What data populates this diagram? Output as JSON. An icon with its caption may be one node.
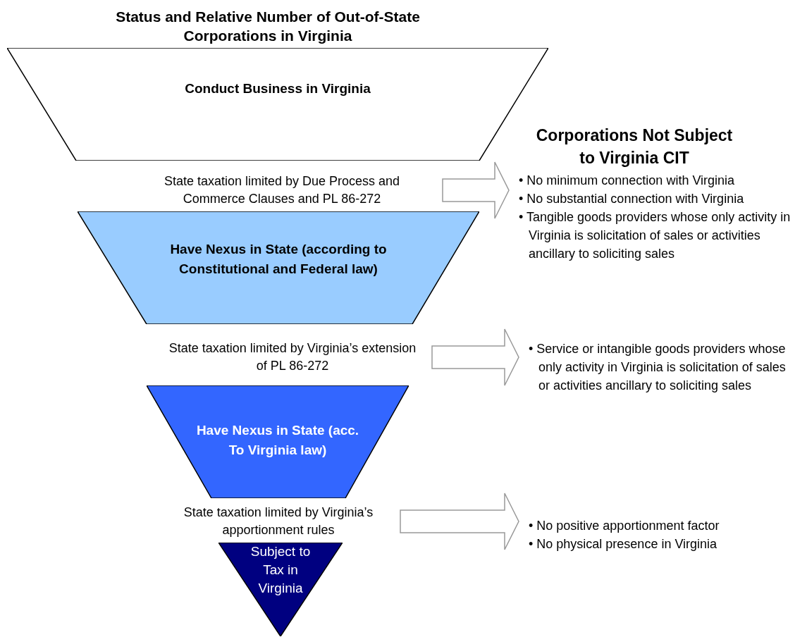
{
  "diagram": {
    "title": "Status and Relative Number of Out-of-State Corporations in Virginia",
    "nodes": [
      {
        "text": [
          "Conduct Business in Virginia"
        ]
      },
      {
        "text": [
          "State taxation limited by Due Process and Commerce Clauses and PL 86-272"
        ]
      },
      {
        "text": [
          "• No minimum connection with Virginia",
          "• No substantial connection with Virginia",
          "• Tangible goods providers whose only activity in Virginia is solicitation of sales or activities ancillary to soliciting sales"
        ]
      },
      {
        "text": [
          "Have Nexus in State (according to Constitutional and Federal law)"
        ]
      },
      {
        "text": [
          "State taxation limited by Virginia’s extension of PL 86-272"
        ]
      },
      {
        "text": [
          "• Service or intangible goods providers whose only activity in Virginia is solicitation of sales or activities ancillary to soliciting sales"
        ]
      },
      {
        "text": [
          "Have Nexus in State (acc. To Virginia law)"
        ]
      },
      {
        "text": [
          "State taxation limited by Virginia’s apportionment rules"
        ]
      },
      {
        "text": [
          "• No positive apportionment factor",
          "• No physical presence in Virginia"
        ]
      },
      {
        "text": [
          "Subject to Tax in Virginia"
        ]
      }
    ],
    "edges": [
      {
        "from": 1,
        "to": 2,
        "arrow": "to"
      },
      {
        "from": 4,
        "to": 5,
        "arrow": "to"
      },
      {
        "from": 7,
        "to": 8,
        "arrow": "to"
      }
    ],
    "labels": [
      "Corporations Not Subject to Virginia CIT"
    ]
  }
}
